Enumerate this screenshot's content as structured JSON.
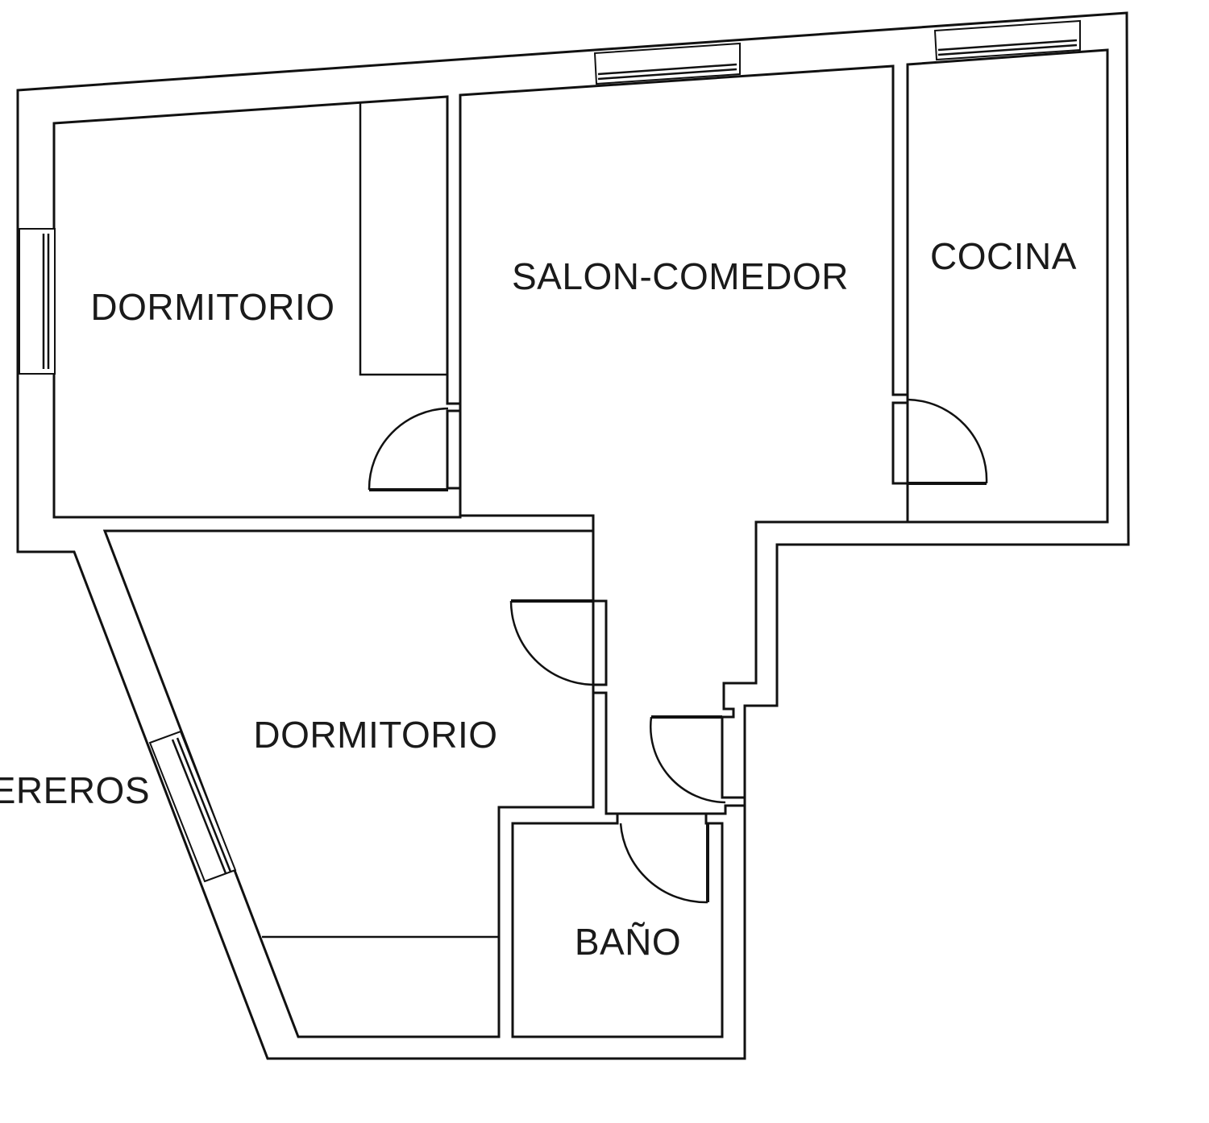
{
  "floorplan": {
    "rooms": {
      "bedroom_1": "DORMITORIO",
      "living_dining": "SALON-COMEDOR",
      "kitchen": "COCINA",
      "bedroom_2": "DORMITORIO",
      "bathroom": "BAÑO"
    },
    "outside_label": "EREROS"
  },
  "colors": {
    "line": "#111111",
    "background": "#ffffff"
  }
}
